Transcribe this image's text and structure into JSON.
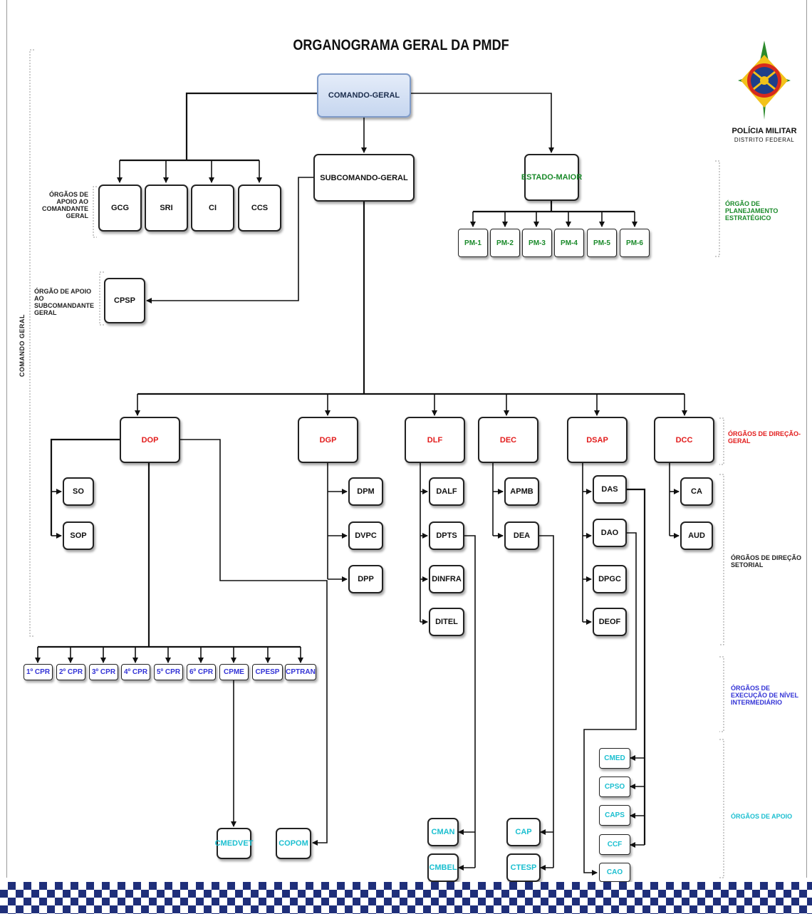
{
  "title": "ORGANOGRAMA GERAL DA PMDF",
  "brand": {
    "name": "POLÍCIA MILITAR",
    "subtitle": "DISTRITO FEDERAL"
  },
  "side_labels": {
    "comando_geral": "COMANDO GERAL",
    "apoio_cmt": "ÓRGÃOS DE APOIO AO COMANDANTE GERAL",
    "apoio_subcmt": "ÓRGÃO DE APOIO AO SUBCOMANDANTE GERAL",
    "planejamento": "ÓRGÃO DE PLANEJAMENTO ESTRATÉGICO",
    "direcao_geral": "ÓRGÃOS DE DIREÇÃO-GERAL",
    "direcao_setorial": "ÓRGÃOS DE DIREÇÃO SETORIAL",
    "execucao": "ÓRGÃOS DE EXECUÇÃO DE NÍVEL INTERMEDIÁRIO",
    "apoio": "ÓRGÃOS DE APOIO"
  },
  "colors": {
    "green": "#1a8a2a",
    "red": "#e21b1b",
    "blue": "#3232d6",
    "cyan": "#1bbfd0",
    "checker": "#1f2f7a"
  },
  "nodes": {
    "comando_geral": "COMANDO-GERAL",
    "subcomando_geral": "SUBCOMANDO-GERAL",
    "estado_maior": "ESTADO-MAIOR",
    "gcg": "GCG",
    "sri": "SRI",
    "ci": "CI",
    "ccs": "CCS",
    "cpsp": "CPSP",
    "pm": [
      "PM-1",
      "PM-2",
      "PM-3",
      "PM-4",
      "PM-5",
      "PM-6"
    ],
    "dop": "DOP",
    "dgp": "DGP",
    "dlf": "DLF",
    "dec": "DEC",
    "dsap": "DSAP",
    "dcc": "DCC",
    "so": "SO",
    "sop": "SOP",
    "dpm": "DPM",
    "dvpc": "DVPC",
    "dpp": "DPP",
    "dalf": "DALF",
    "dpts": "DPTS",
    "dinfra": "DINFRA",
    "ditel": "DITEL",
    "apmb": "APMB",
    "dea": "DEA",
    "das": "DAS",
    "dao": "DAO",
    "dpgc": "DPGC",
    "deof": "DEOF",
    "ca": "CA",
    "aud": "AUD",
    "cpr": [
      "1º CPR",
      "2º CPR",
      "3º CPR",
      "4º CPR",
      "5º CPR",
      "6º CPR",
      "CPME",
      "CPESP",
      "CPTRAN"
    ],
    "cmedvet": "CMEDVET",
    "copom": "COPOM",
    "cman": "CMAN",
    "cmbel": "CMBEL",
    "cap": "CAP",
    "ctesp": "CTESP",
    "cmed": "CMED",
    "cpso": "CPSO",
    "caps": "CAPS",
    "ccf": "CCF",
    "cao": "CAO"
  }
}
